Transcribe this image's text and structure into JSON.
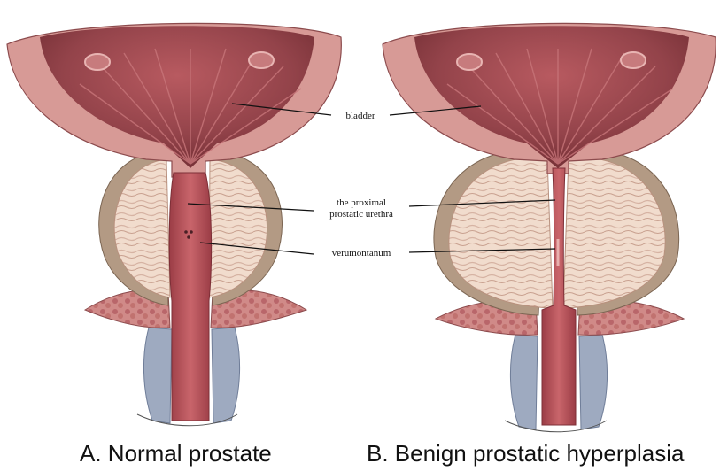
{
  "labels": {
    "bladder": "bladder",
    "urethra_line1": "the proximal",
    "urethra_line2": "prostatic urethra",
    "verumontanum": "verumontanum"
  },
  "captions": {
    "normal": "A. Normal prostate",
    "bph": "B. Benign prostatic hyperplasia"
  },
  "colors": {
    "bladder_wall": "#d79a96",
    "bladder_inner": "#9e4d52",
    "bladder_deep": "#7e3a40",
    "prostate_tissue": "#efd9c9",
    "capsule": "#b39a84",
    "urethra": "#b5525a",
    "lymph": "#c97d7c",
    "ligament_blue": "#9eaac0"
  }
}
